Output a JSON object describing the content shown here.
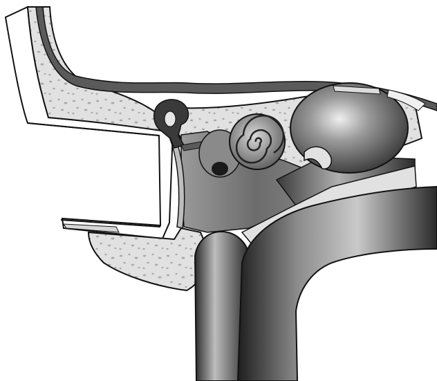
{
  "figure": {
    "labels": [],
    "structures": [
      "ear-canal",
      "temporal-bone",
      "ossicles",
      "tympanic-membrane",
      "middle-ear-cavity",
      "cochlea",
      "auditory-tube",
      "brain-mass",
      "neck-vessels"
    ],
    "colors": {
      "background": "#ffffff",
      "bone": "#e1e1e1",
      "bone_speckle": "#a9a9a9",
      "soft_tissue": "#7a7a7a",
      "dark": "#303030",
      "outline": "#111111"
    }
  }
}
